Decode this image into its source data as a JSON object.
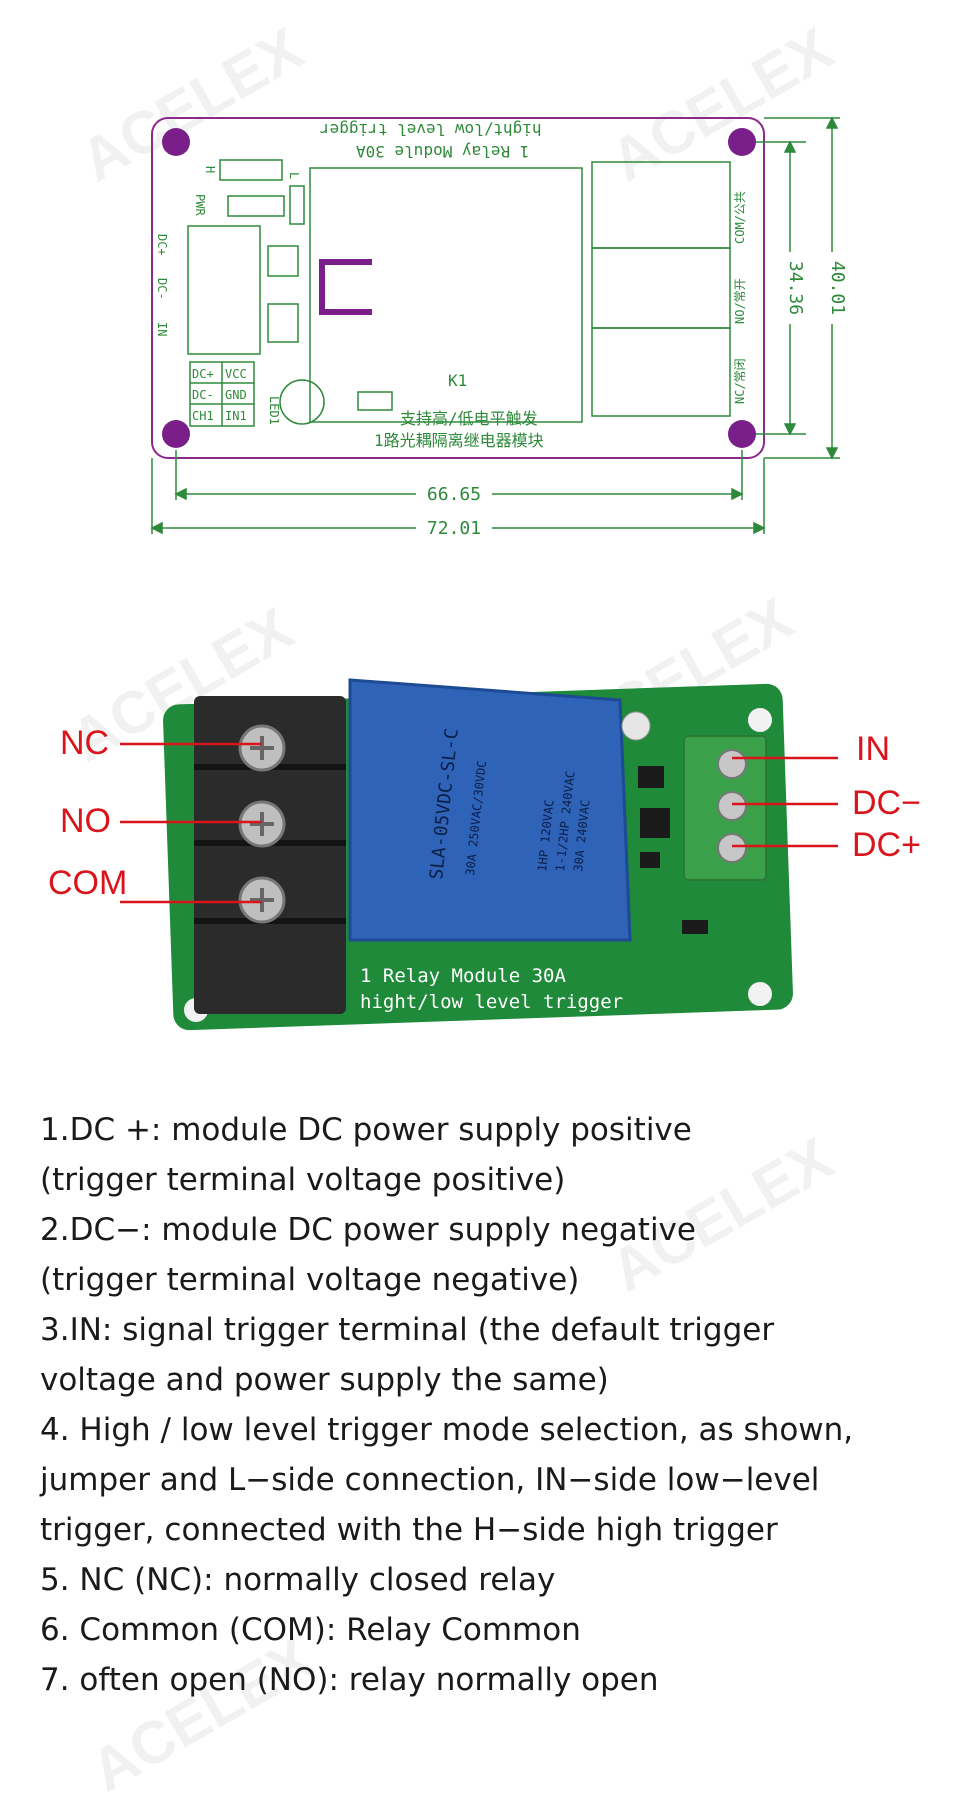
{
  "watermark": "ACELEX",
  "diagram": {
    "title_line1": "1 Relay Module 30A",
    "title_line2": "hight/low level trigger",
    "pcb_cn_line1": "支持高/低电平触发",
    "pcb_cn_line2": "1路光耦隔离继电器模块",
    "relay_ref": "K1",
    "led_ref": "LED1",
    "pwr_label": "PWR",
    "h_label": "H",
    "l_label": "L",
    "input_labels": [
      "DC+",
      "DC-",
      "IN"
    ],
    "pin_grid": [
      "DC+",
      "VCC",
      "DC-",
      "GND",
      "CH1",
      "IN1"
    ],
    "output_labels": [
      "COM/公共",
      "NO/常开",
      "NC/常闭"
    ],
    "dim_width_inner": "66.65",
    "dim_width_outer": "72.01",
    "dim_height_inner": "34.36",
    "dim_height_outer": "40.01"
  },
  "photo": {
    "left_labels": [
      "NC",
      "NO",
      "COM"
    ],
    "right_labels": [
      "IN",
      "DC−",
      "DC+"
    ],
    "board_text1": "1 Relay Module 30A",
    "board_text2": "hight/low level trigger",
    "relay_model": "SLA-05VDC-SL-C",
    "relay_spec1": "30A 250VAC/30VDC",
    "relay_spec2": "1HP 120VAC",
    "relay_spec3": "1-1/2HP 240VAC",
    "relay_spec4": "30A 240VAC",
    "colors": {
      "pcb": "#1e8a3a",
      "relay": "#2e63b8",
      "terminal_block": "#2b2b2b",
      "screw_terminal": "#3aa04a",
      "label": "#d9141b"
    }
  },
  "description": [
    "1.DC +: module DC power supply positive",
    " (trigger terminal voltage positive)",
    "2.DC−: module DC power supply negative",
    "(trigger terminal voltage negative)",
    "3.IN: signal trigger terminal (the default trigger",
    "voltage and power supply the same)",
    "4. High / low level trigger mode selection, as shown,",
    "jumper and L−side connection, IN−side low−level",
    "trigger, connected with the H−side high trigger",
    "5. NC (NC): normally closed relay",
    "6. Common (COM): Relay Common",
    "7. often open (NO): relay normally open"
  ]
}
